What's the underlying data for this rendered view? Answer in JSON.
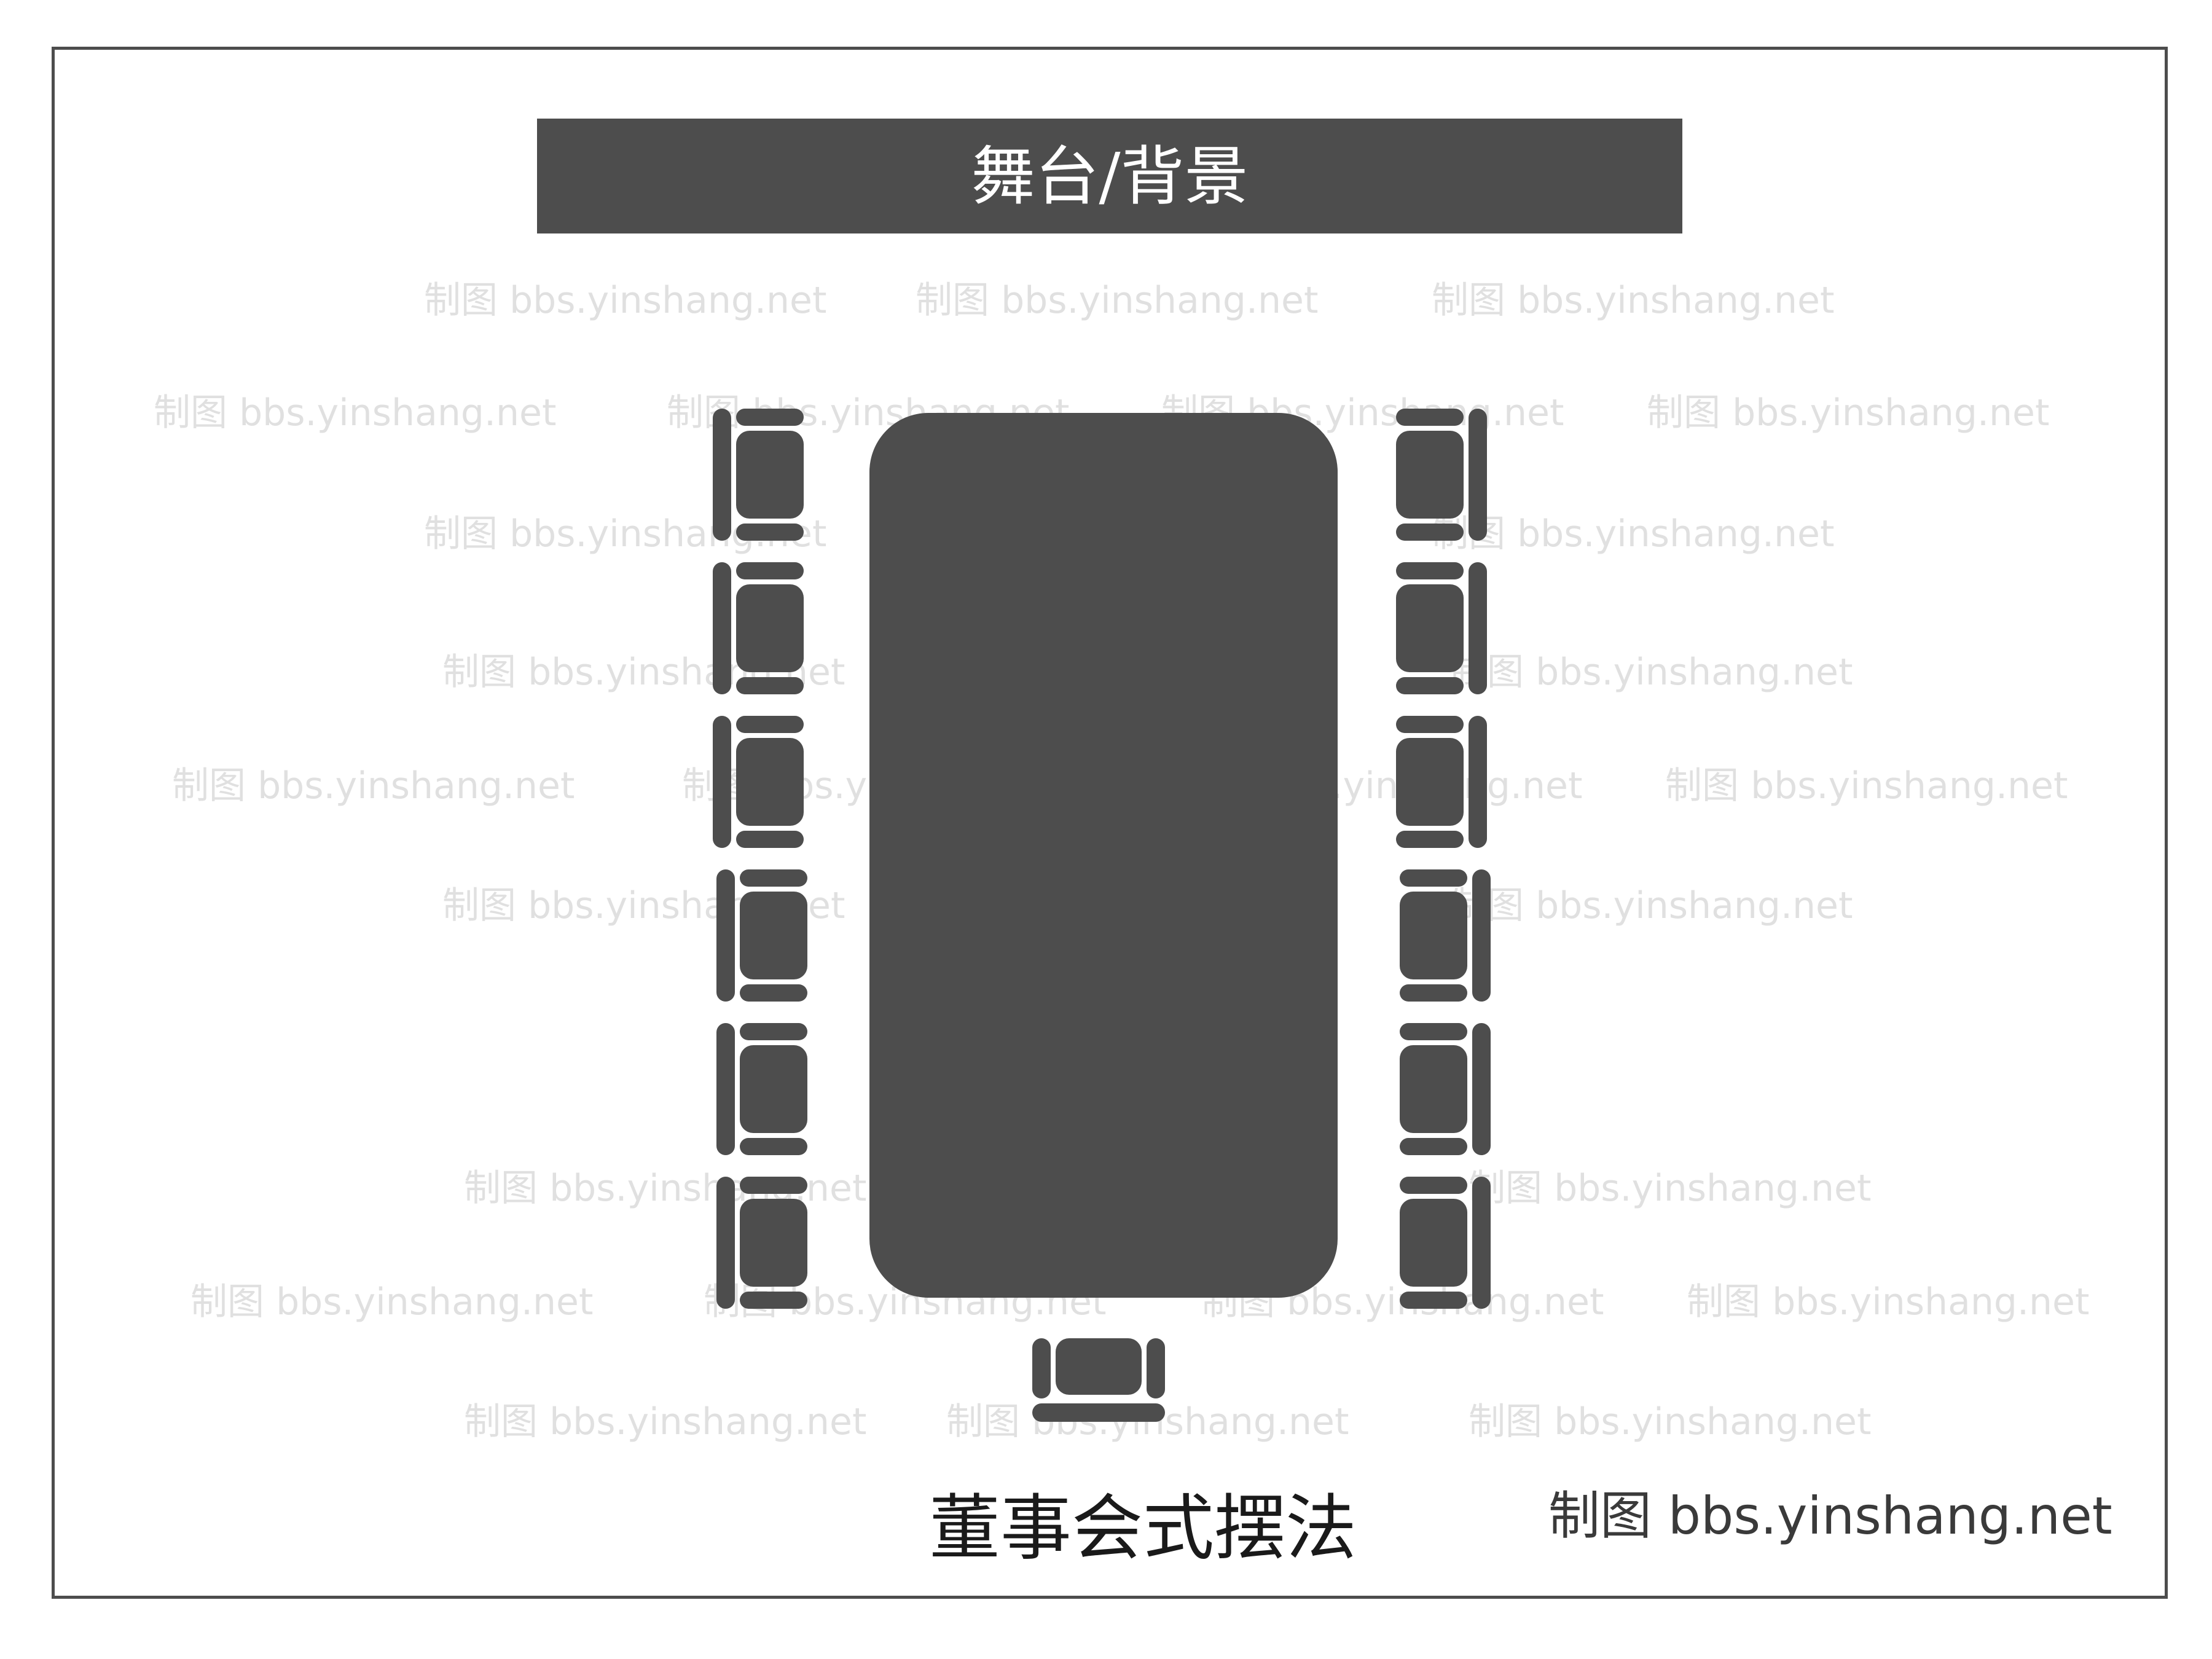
{
  "stage": {
    "label": "舞台/背景"
  },
  "table": {
    "shape": "rounded-rectangle",
    "color": "#4d4d4d"
  },
  "seating": {
    "left_side_chairs": 6,
    "right_side_chairs": 6,
    "head_chairs": 1
  },
  "title": "董事会式摆法",
  "credit": "制图 bbs.yinshang.net",
  "watermark": {
    "text": "制图 bbs.yinshang.net"
  },
  "colors": {
    "fill": "#4d4d4d",
    "border": "#4d4d4d",
    "watermark": "#c8c8c8",
    "background": "#ffffff"
  }
}
